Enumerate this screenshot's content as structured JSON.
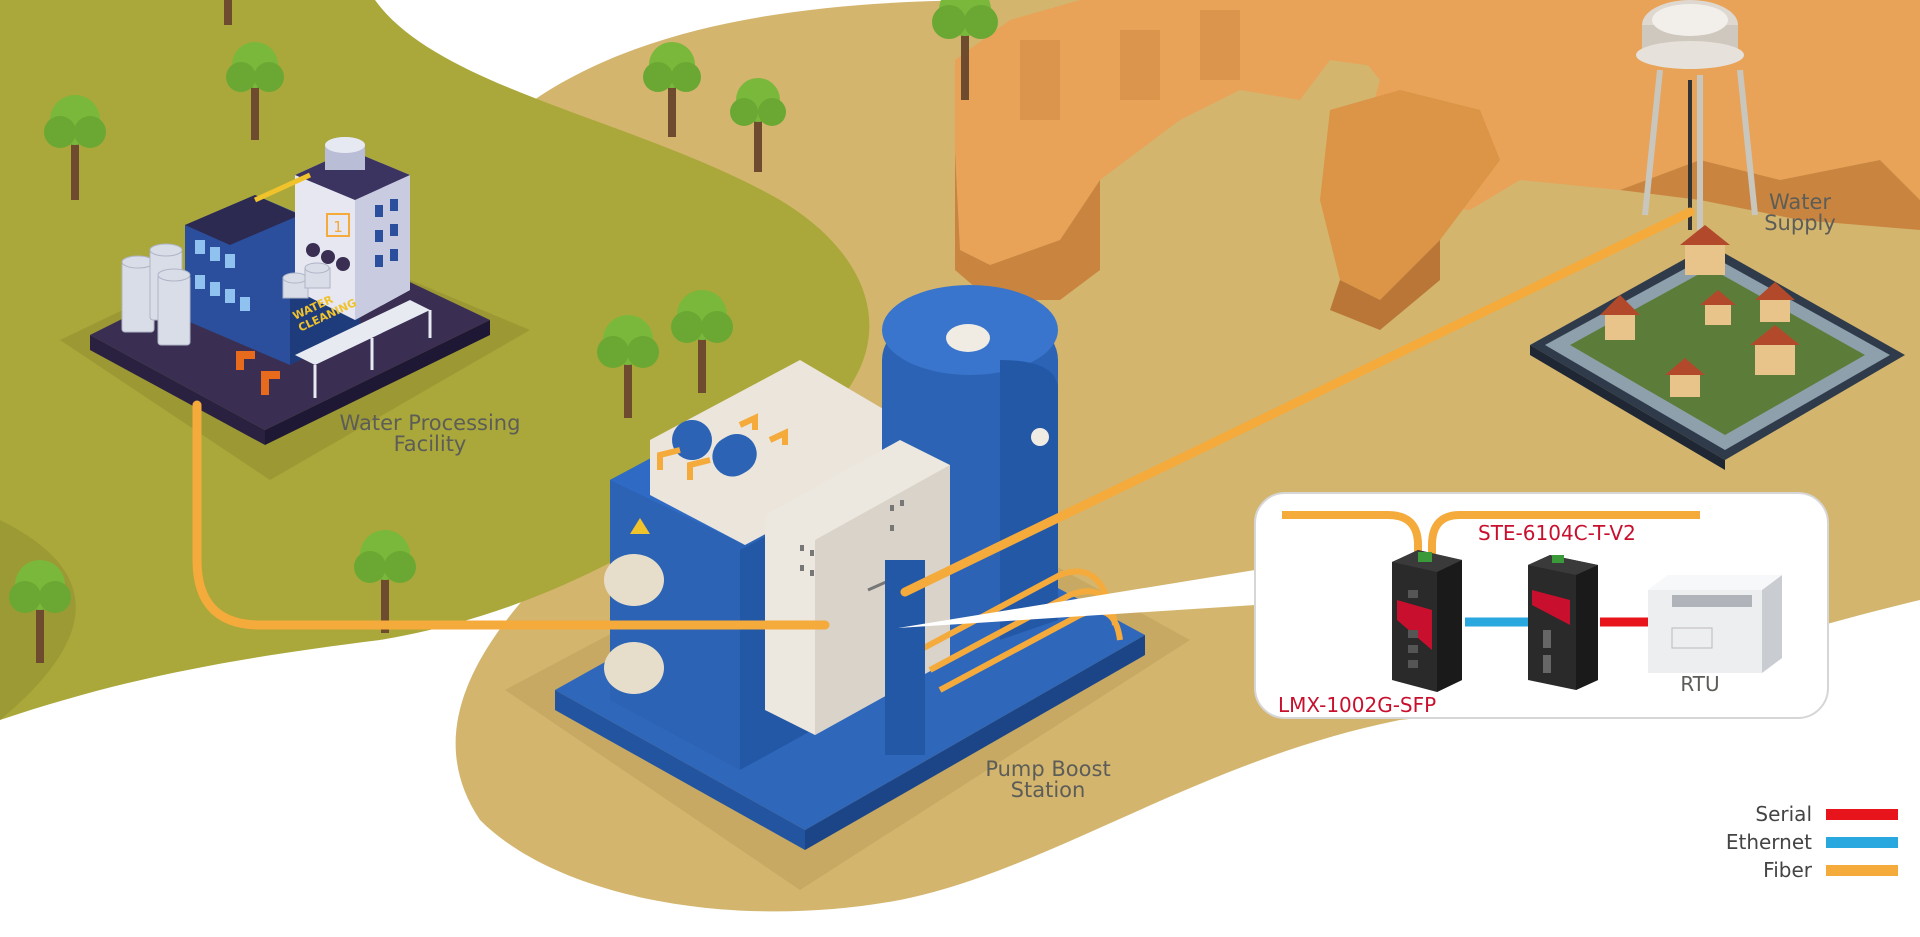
{
  "labels": {
    "water_processing": [
      "Water Processing",
      "Facility"
    ],
    "water_supply": [
      "Water",
      "Supply"
    ],
    "pump_boost": [
      "Pump Boost",
      "Station"
    ],
    "ste_device": "STE-6104C-T-V2",
    "lmx_device": "LMX-1002G-SFP",
    "rtu": "RTU"
  },
  "building_sign": [
    "WATER",
    "CLEANING"
  ],
  "building_number": "1",
  "legend": [
    {
      "label": "Serial",
      "color": "#e8141c"
    },
    {
      "label": "Ethernet",
      "color": "#29a8e0"
    },
    {
      "label": "Fiber",
      "color": "#f5aa3c"
    }
  ],
  "colors": {
    "grass": "#aaa83a",
    "sand": "#d3b56e",
    "cliff": "#e8a358",
    "pump_blue": "#2c63b5",
    "fiber": "#f5aa3c",
    "ethernet": "#29a8e0",
    "serial": "#e8141c"
  }
}
